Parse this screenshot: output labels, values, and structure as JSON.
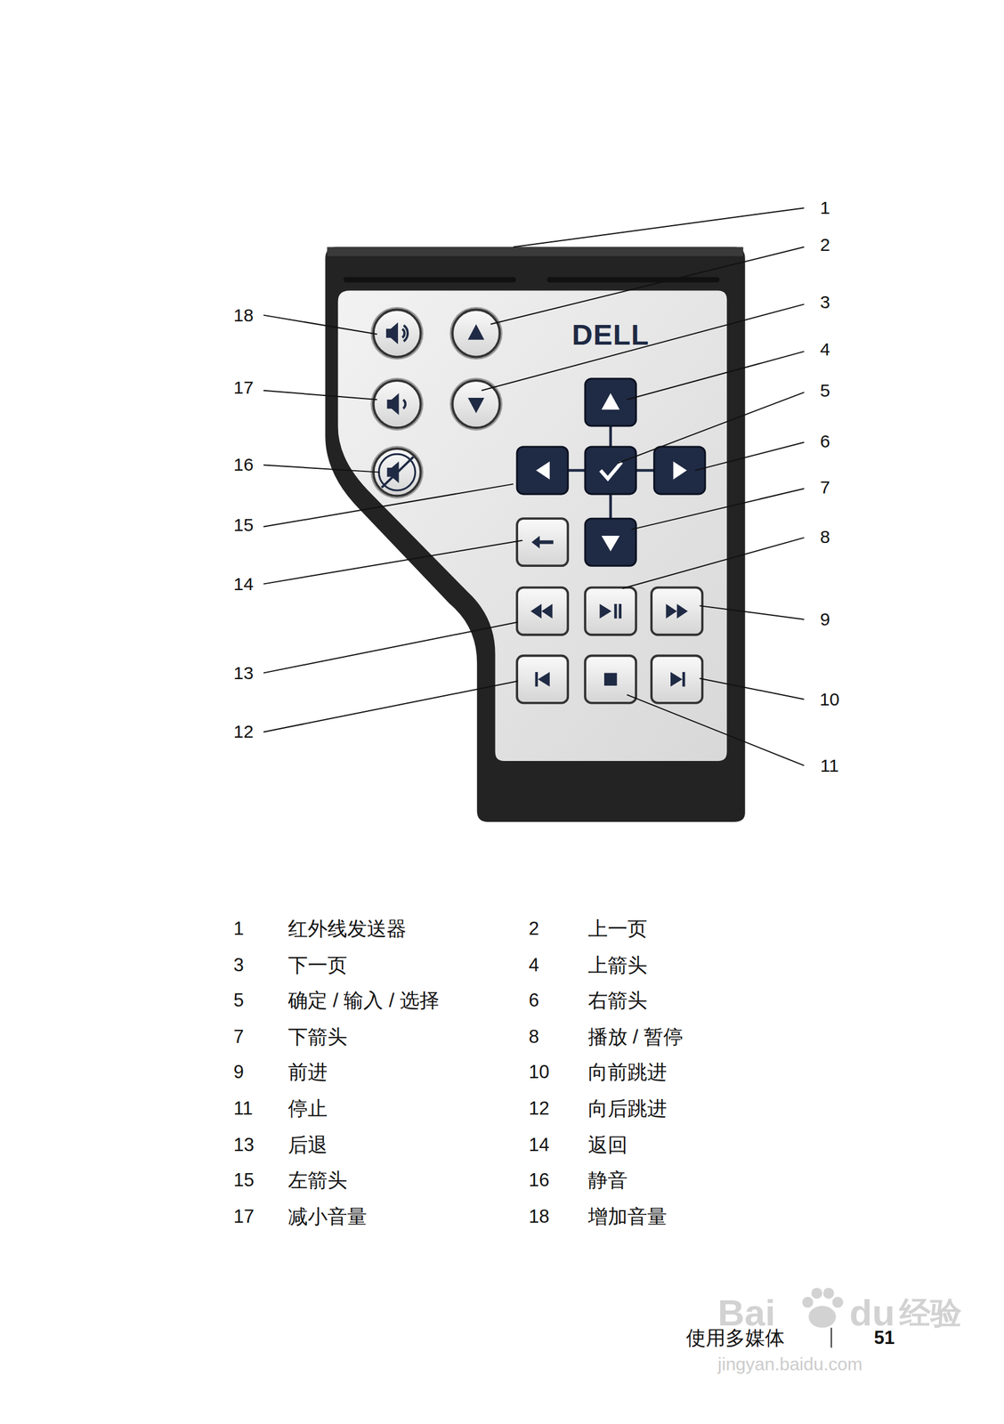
{
  "diagram": {
    "labels": [
      "1",
      "2",
      "3",
      "4",
      "5",
      "6",
      "7",
      "8",
      "9",
      "10",
      "11",
      "12",
      "13",
      "14",
      "15",
      "16",
      "17",
      "18",
      "DELL",
      "1",
      "红外线发送器",
      "2",
      "上一页",
      "3",
      "下一页",
      "4",
      "上箭头",
      "5",
      "确定 / 输入 / 选择",
      "6",
      "右箭头",
      "7",
      "下箭头",
      "8",
      "播放 / 暂停",
      "9",
      "前进",
      "10",
      "向前跳进",
      "11",
      "停止",
      "12",
      "向后跳进",
      "13",
      "后退",
      "14",
      "返回",
      "15",
      "左箭头",
      "16",
      "静音",
      "17",
      "减小音量",
      "18",
      "增加音量",
      "使用多媒体",
      "51",
      "Bai",
      "du",
      "经验",
      "jingyan.baidu.com"
    ]
  }
}
